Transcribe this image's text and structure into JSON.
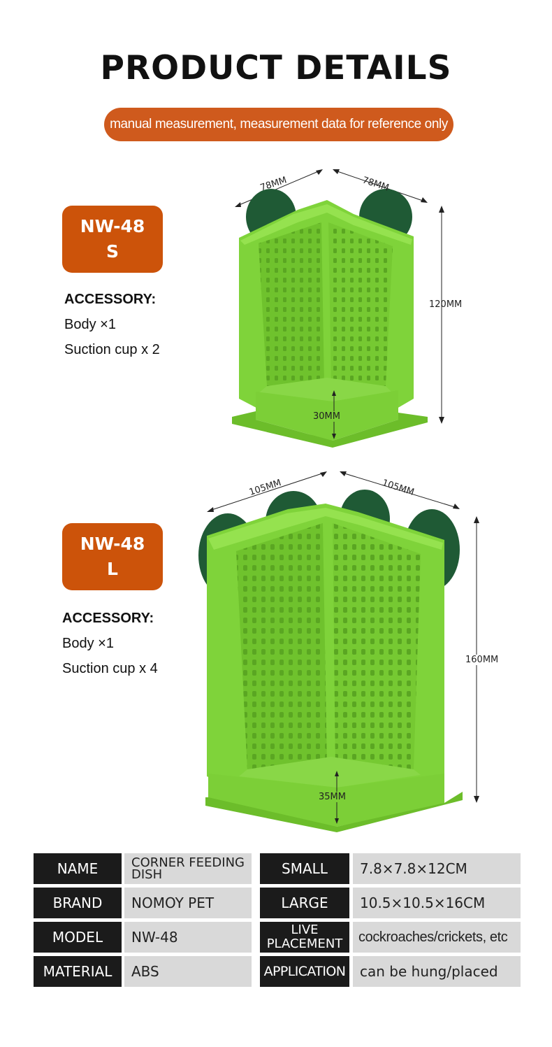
{
  "header": {
    "title": "PRODUCT DETAILS",
    "note": "manual measurement, measurement data for reference only"
  },
  "products": [
    {
      "model": "NW-48",
      "size": "S",
      "accessory_heading": "ACCESSORY:",
      "accessories": [
        "Body ×1",
        "Suction cup x 2"
      ],
      "dims": {
        "left_width": "78MM",
        "right_width": "78MM",
        "height": "120MM",
        "base": "30MM"
      }
    },
    {
      "model": "NW-48",
      "size": "L",
      "accessory_heading": "ACCESSORY:",
      "accessories": [
        "Body ×1",
        "Suction cup x 4"
      ],
      "dims": {
        "left_width": "105MM",
        "right_width": "105MM",
        "height": "160MM",
        "base": "35MM"
      }
    }
  ],
  "specs": {
    "left": [
      {
        "key": "NAME",
        "value": "CORNER FEEDING DISH"
      },
      {
        "key": "BRAND",
        "value": "NOMOY PET"
      },
      {
        "key": "MODEL",
        "value": "NW-48"
      },
      {
        "key": "MATERIAL",
        "value": "ABS"
      }
    ],
    "right": [
      {
        "key": "SMALL",
        "value": "7.8×7.8×12CM"
      },
      {
        "key": "LARGE",
        "value": "10.5×10.5×16CM"
      },
      {
        "key": "LIVE PLACEMENT",
        "value": "cockroaches/crickets, etc"
      },
      {
        "key": "APPLICATION",
        "value": "can be hung/placed"
      }
    ]
  },
  "colors": {
    "accent": "#cc530a",
    "product_green": "#7fd33a",
    "suction_cup": "#1f5a35",
    "table_key_bg": "#1b1b1b",
    "table_value_bg": "#d9d9d9"
  }
}
